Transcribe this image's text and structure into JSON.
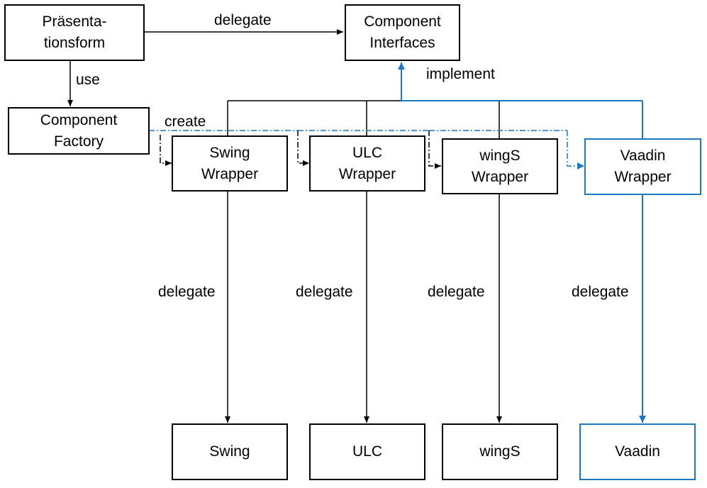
{
  "nodes": {
    "praesentationsform": [
      "Präsenta-",
      "tionsform"
    ],
    "component_interfaces": [
      "Component",
      "Interfaces"
    ],
    "component_factory": [
      "Component",
      "Factory"
    ],
    "swing_wrapper": [
      "Swing",
      "Wrapper"
    ],
    "ulc_wrapper": [
      "ULC",
      "Wrapper"
    ],
    "wings_wrapper": [
      "wingS",
      "Wrapper"
    ],
    "vaadin_wrapper": [
      "Vaadin",
      "Wrapper"
    ],
    "swing": "Swing",
    "ulc": "ULC",
    "wings": "wingS",
    "vaadin": "Vaadin"
  },
  "edge_labels": {
    "delegate_top": "delegate",
    "use": "use",
    "implement": "implement",
    "create": "create",
    "delegate_swing": "delegate",
    "delegate_ulc": "delegate",
    "delegate_wings": "delegate",
    "delegate_vaadin": "delegate"
  },
  "colors": {
    "default": "#000000",
    "highlight": "#1f77bd"
  }
}
